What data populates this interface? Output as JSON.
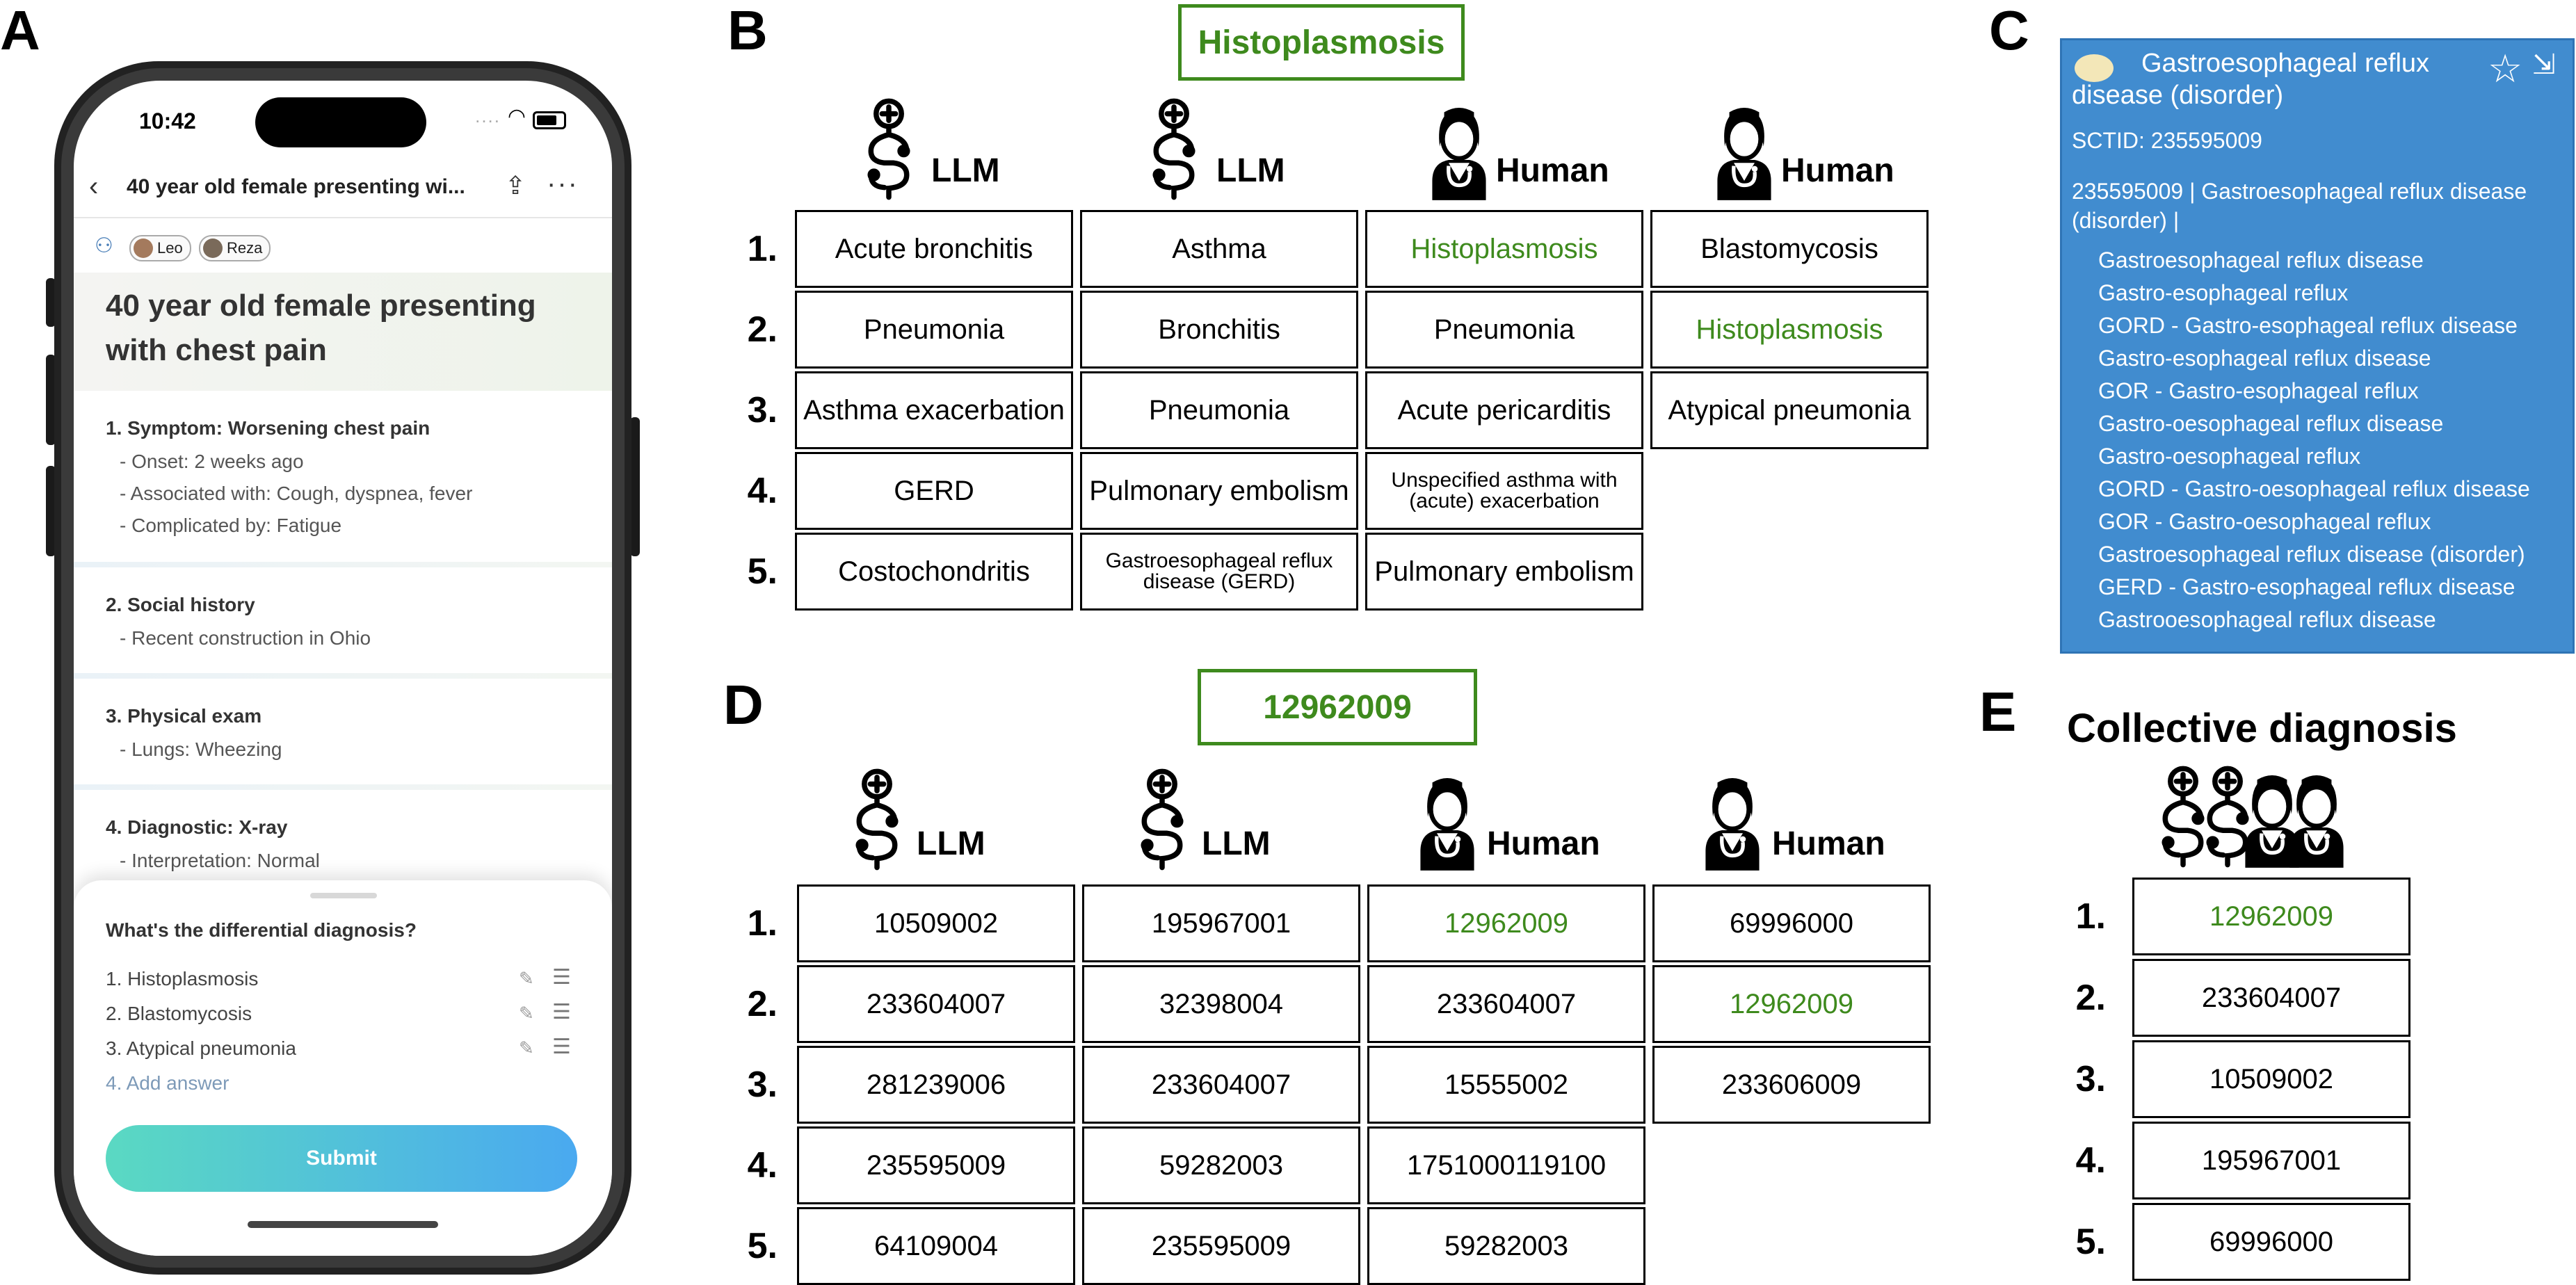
{
  "panel_letters": {
    "a": "A",
    "b": "B",
    "c": "C",
    "d": "D",
    "e": "E"
  },
  "phone": {
    "time": "10:42",
    "status": "....",
    "nav_title": "40 year old female presenting wi...",
    "back_icon": "chevron-left-icon",
    "share_icon": "share-icon",
    "more_label": "···",
    "participants": [
      "Leo",
      "Reza"
    ],
    "case_title": "40 year old female presenting with chest pain",
    "sections": [
      {
        "title": "1.  Symptom: Worsening chest pain",
        "lines": [
          "-  Onset: 2 weeks ago",
          "-  Associated with: Cough, dyspnea, fever",
          "-  Complicated by: Fatigue"
        ]
      },
      {
        "title": "2.  Social history",
        "lines": [
          "-  Recent construction in Ohio"
        ]
      },
      {
        "title": "3.  Physical exam",
        "lines": [
          "-  Lungs: Wheezing"
        ]
      },
      {
        "title": "4.  Diagnostic: X-ray",
        "lines": [
          "-  Interpretation: Normal"
        ]
      }
    ],
    "question": "What's the differential diagnosis?",
    "answers": [
      "1. Histoplasmosis",
      "2. Blastomycosis",
      "3. Atypical pneumonia"
    ],
    "add_answer": "4. Add answer",
    "edit_glyph": "✎",
    "menu_glyph": "☰",
    "submit": "Submit"
  },
  "panel_b": {
    "answer": "Histoplasmosis",
    "columns": [
      {
        "label": "LLM",
        "kind": "llm",
        "cells": [
          {
            "text": "Acute bronchitis"
          },
          {
            "text": "Pneumonia"
          },
          {
            "text": "Asthma exacerbation"
          },
          {
            "text": "GERD"
          },
          {
            "text": "Costochondritis"
          }
        ]
      },
      {
        "label": "LLM",
        "kind": "llm",
        "cells": [
          {
            "text": "Asthma"
          },
          {
            "text": "Bronchitis"
          },
          {
            "text": "Pneumonia"
          },
          {
            "text": "Pulmonary embolism"
          },
          {
            "text": "Gastroesophageal reflux disease (GERD)",
            "small": true
          }
        ]
      },
      {
        "label": "Human",
        "kind": "human",
        "cells": [
          {
            "text": "Histoplasmosis",
            "correct": true
          },
          {
            "text": "Pneumonia"
          },
          {
            "text": "Acute pericarditis"
          },
          {
            "text": "Unspecified asthma with (acute) exacerbation",
            "small": true
          },
          {
            "text": "Pulmonary embolism"
          }
        ]
      },
      {
        "label": "Human",
        "kind": "human",
        "cells": [
          {
            "text": "Blastomycosis"
          },
          {
            "text": "Histoplasmosis",
            "correct": true
          },
          {
            "text": "Atypical pneumonia"
          }
        ]
      }
    ]
  },
  "panel_c": {
    "title": "Gastroesophageal reflux disease (disorder)",
    "sctid": "SCTID: 235595009",
    "fsn": "235595009 | Gastroesophageal reflux disease (disorder) |",
    "star_glyph": "☆",
    "export_glyph": "⇲",
    "synonyms": [
      "Gastroesophageal reflux disease",
      "Gastro-esophageal reflux",
      "GORD - Gastro-esophageal reflux disease",
      "Gastro-esophageal reflux disease",
      "GOR - Gastro-esophageal reflux",
      "Gastro-oesophageal reflux disease",
      "Gastro-oesophageal reflux",
      "GORD - Gastro-oesophageal reflux disease",
      "GOR - Gastro-oesophageal reflux",
      "Gastroesophageal reflux disease (disorder)",
      "GERD - Gastro-esophageal reflux disease",
      "Gastrooesophageal reflux disease"
    ]
  },
  "panel_d": {
    "answer": "12962009",
    "columns": [
      {
        "label": "LLM",
        "kind": "llm",
        "cells": [
          {
            "text": "10509002"
          },
          {
            "text": "233604007"
          },
          {
            "text": "281239006"
          },
          {
            "text": "235595009"
          },
          {
            "text": "64109004"
          }
        ]
      },
      {
        "label": "LLM",
        "kind": "llm",
        "cells": [
          {
            "text": "195967001"
          },
          {
            "text": "32398004"
          },
          {
            "text": "233604007"
          },
          {
            "text": "59282003"
          },
          {
            "text": "235595009"
          }
        ]
      },
      {
        "label": "Human",
        "kind": "human",
        "cells": [
          {
            "text": "12962009",
            "correct": true
          },
          {
            "text": "233604007"
          },
          {
            "text": "15555002"
          },
          {
            "text": "1751000119100"
          },
          {
            "text": "59282003"
          }
        ]
      },
      {
        "label": "Human",
        "kind": "human",
        "cells": [
          {
            "text": "69996000"
          },
          {
            "text": "12962009",
            "correct": true
          },
          {
            "text": "233606009"
          }
        ]
      }
    ]
  },
  "panel_e": {
    "title": "Collective diagnosis",
    "icons": [
      "llm",
      "llm",
      "human",
      "human"
    ],
    "cells": [
      {
        "text": "12962009",
        "correct": true
      },
      {
        "text": "233604007"
      },
      {
        "text": "10509002"
      },
      {
        "text": "195967001"
      },
      {
        "text": "69996000"
      }
    ]
  },
  "row_numbers": [
    "1.",
    "2.",
    "3.",
    "4.",
    "5."
  ],
  "colors": {
    "correct": "#3e8a1d",
    "snomed_bg": "#418ccf",
    "submit_from": "#5ad9c2",
    "submit_to": "#4aa9f0"
  }
}
